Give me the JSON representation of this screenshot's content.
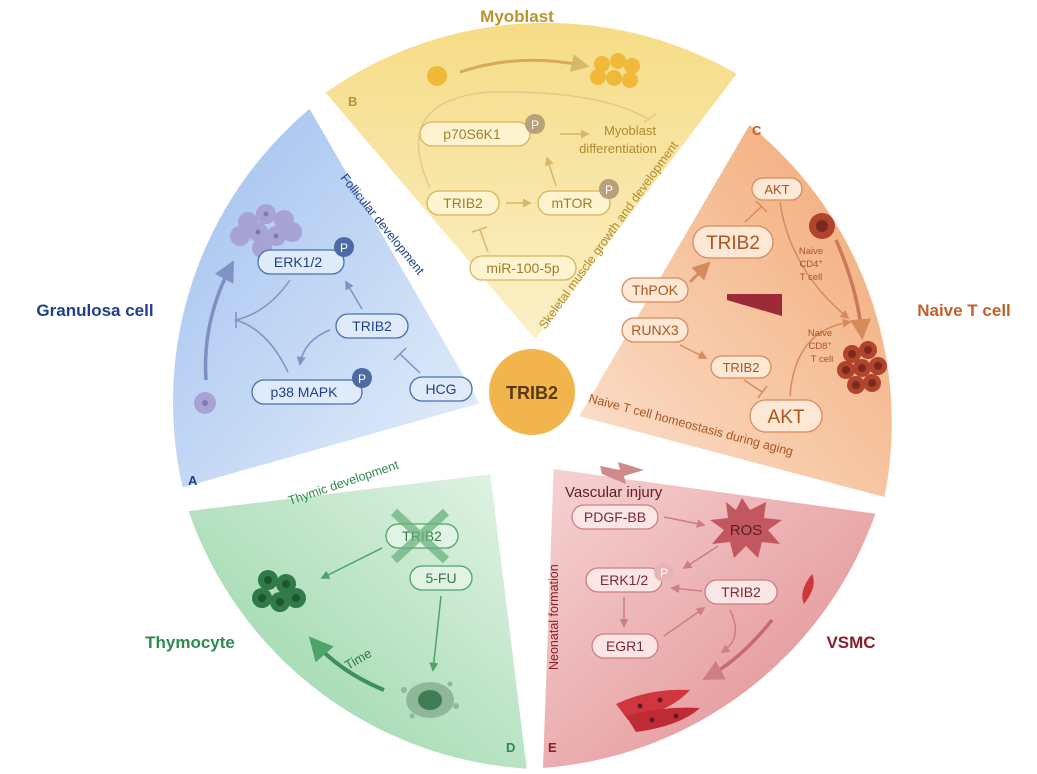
{
  "center": {
    "label": "TRIB2"
  },
  "colors": {
    "myoblast": "#b8962a",
    "naive_t": "#c0612a",
    "vsmc": "#8a1f2b",
    "thymocyte": "#2f8a4f",
    "granulosa": "#1f3f8a",
    "center_fill": "#f2b44c"
  },
  "sections": {
    "myoblast": {
      "title": "Myoblast",
      "letter": "B",
      "arc_label": "Skeletal muscle growth and development",
      "nodes": {
        "p70s6k1": "p70S6K1",
        "trib2": "TRIB2",
        "mtor": "mTOR",
        "mir": "miR-100-5p"
      },
      "outcome_line1": "Myoblast",
      "outcome_line2": "differentiation",
      "phospho": "P"
    },
    "naive_t": {
      "title": "Naive T cell",
      "letter": "C",
      "arc_label": "Naive T cell homeostasis during aging",
      "nodes": {
        "akt_top": "AKT",
        "trib2_big": "TRIB2",
        "thpok": "ThPOK",
        "runx3": "RUNX3",
        "trib2_small": "TRIB2",
        "akt_big": "AKT"
      },
      "cd4_line1": "Naive",
      "cd4_line2": "CD4",
      "cd4_sup": "+",
      "cd4_line3": "T cell",
      "cd8_line1": "Naive",
      "cd8_line2": "CD8",
      "cd8_sup": "+",
      "cd8_line3": "T cell"
    },
    "vsmc": {
      "title": "VSMC",
      "letter": "E",
      "arc_label": "Neonatal formation",
      "injury": "Vascular injury",
      "nodes": {
        "pdgf": "PDGF-BB",
        "ros": "ROS",
        "erk": "ERK1/2",
        "trib2": "TRIB2",
        "egr1": "EGR1"
      },
      "phospho": "P"
    },
    "thymocyte": {
      "title": "Thymocyte",
      "letter": "D",
      "arc_label": "Thymic development",
      "nodes": {
        "trib2": "TRIB2",
        "fu": "5-FU"
      },
      "time": "Time"
    },
    "granulosa": {
      "title": "Granulosa cell",
      "letter": "A",
      "arc_label": "Follicular development",
      "nodes": {
        "erk": "ERK1/2",
        "trib2": "TRIB2",
        "p38": "p38 MAPK",
        "hcg": "HCG"
      },
      "phospho": "P"
    }
  }
}
